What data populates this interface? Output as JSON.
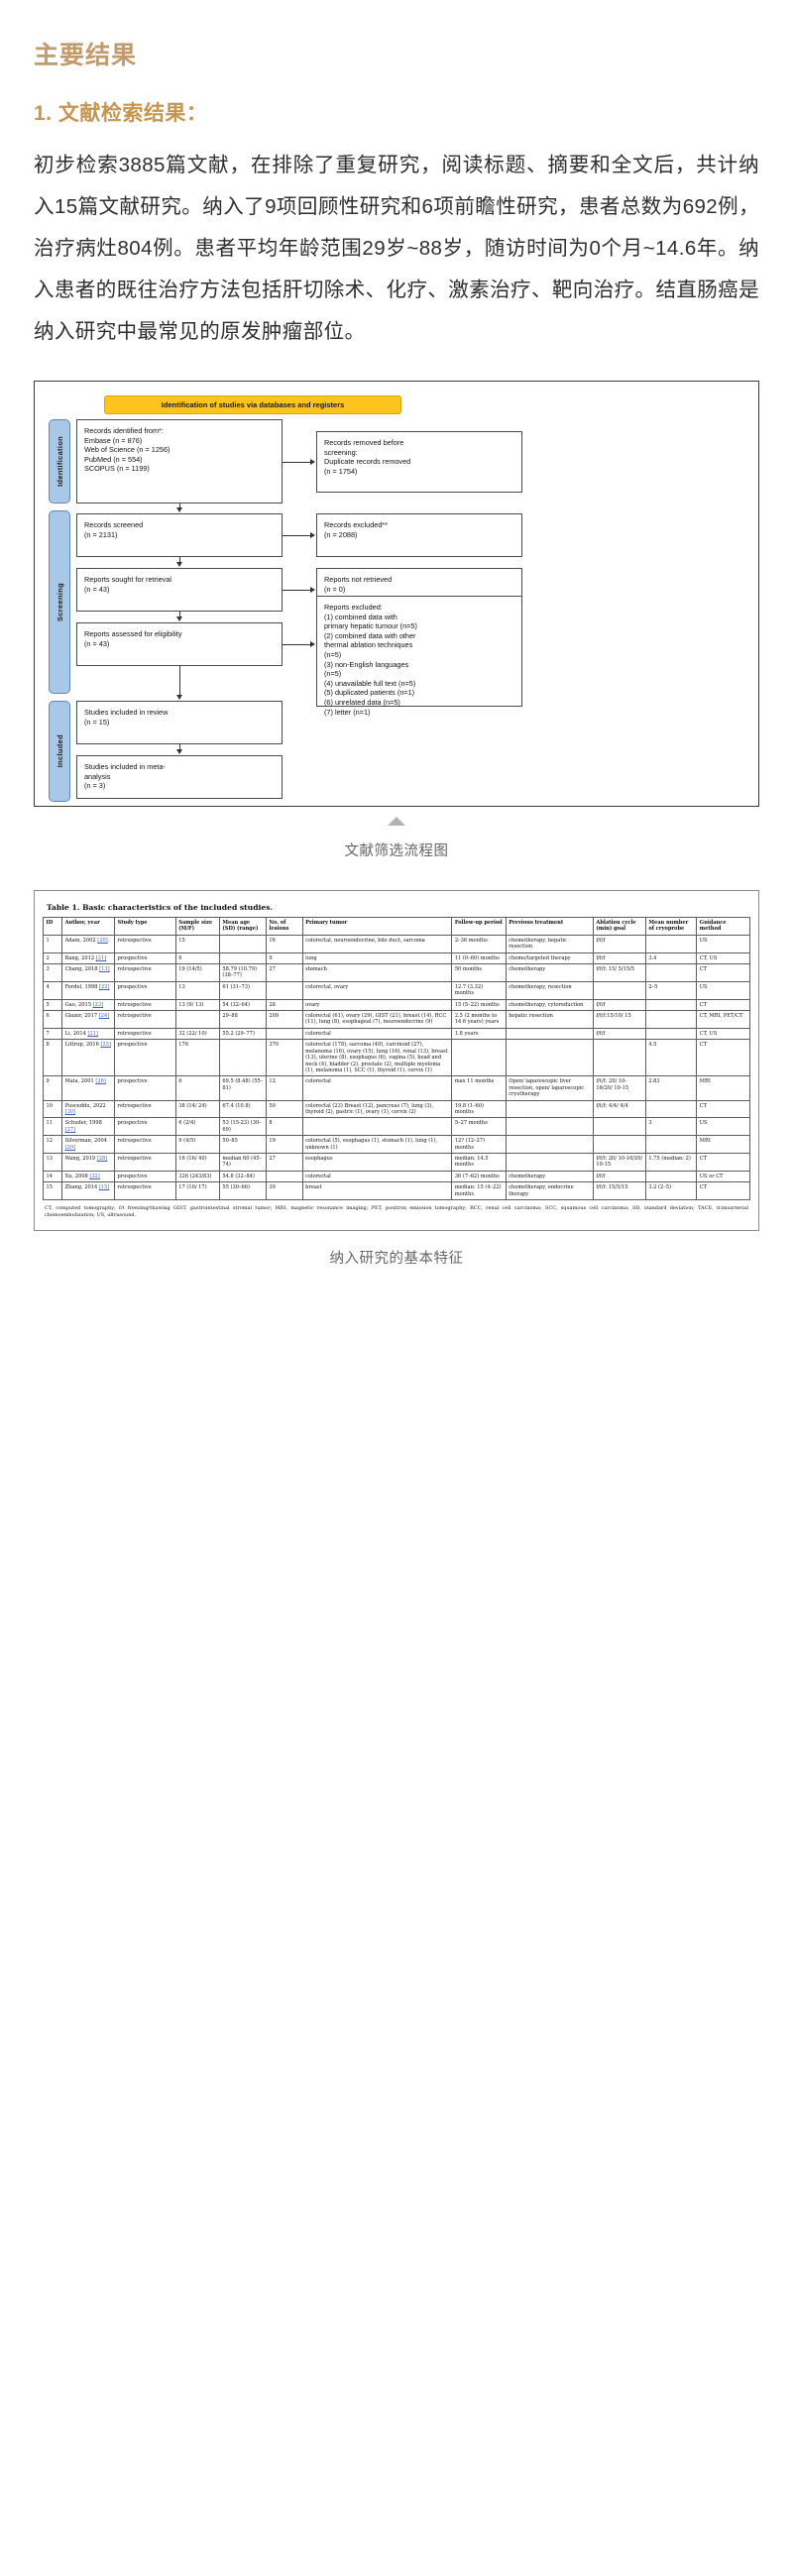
{
  "article": {
    "main_title": "主要结果",
    "sub_title": "1. 文献检索结果：",
    "body": "初步检索3885篇文献，在排除了重复研究，阅读标题、摘要和全文后，共计纳入15篇文献研究。纳入了9项回顾性研究和6项前瞻性研究，患者总数为692例，治疗病灶804例。患者平均年龄范围29岁~88岁，随访时间为0个月~14.6年。纳入患者的既往治疗方法包括肝切除术、化疗、激素治疗、靶向治疗。结直肠癌是纳入研究中最常见的原发肿瘤部位。"
  },
  "prisma": {
    "banner": "Identification of studies via databases and registers",
    "stages": {
      "identification": "Identification",
      "screening": "Screening",
      "included": "Included"
    },
    "boxes": {
      "identified": "Records identified from*:\n    Embase (n = 876)\n    Web of Science (n = 1256)\n    PubMed (n = 554)\n    SCOPUS (n = 1199)",
      "removed": "Records removed before\nscreening:\n   Duplicate records removed\n   (n = 1754)",
      "screened": "Records screened\n(n = 2131)",
      "excluded": "Records excluded**\n(n = 2088)",
      "sought": "Reports sought for retrieval\n(n = 43)",
      "not_retrieved": "Reports not retrieved\n(n = 0)",
      "assessed": "Reports assessed for eligibility\n(n = 43)",
      "reports_excluded": "Reports excluded:\n(1) combined data with\nprimary hepatic tumour (n=5)\n(2) combined data with other\nthermal ablation techniques\n(n=5)\n(3) non-English languages\n(n=5)\n(4) unavailable full text (n=5)\n(5) duplicated patients (n=1)\n(6) unrelated data (n=5)\n(7) letter (n=1)",
      "in_review": "Studies included in review\n(n = 15)",
      "in_meta": "Studies included in meta-\nanalysis\n(n = 3)"
    },
    "caption": "文献筛选流程图"
  },
  "table1": {
    "title": "Table 1.  Basic characteristics of the included studies.",
    "columns": [
      "ID",
      "Author, year",
      "Study type",
      "Sample size (M/F)",
      "Mean age (SD) (range)",
      "No. of lesions",
      "Primary tumor",
      "Follow-up period",
      "Previous treatment",
      "Ablation cycle (min) goal",
      "Mean number of cryoprobe",
      "Guidance method"
    ],
    "rows": [
      {
        "id": "1",
        "author": "Adam, 2002",
        "ref": "[20]",
        "study_type": "retrospective",
        "sample": "15",
        "age": "",
        "lesions": "16",
        "primary": "colorectal, neuroendocrine, bile duct, sarcoma",
        "followup": "2–36 months",
        "previous": "chemotherapy, hepatic resection",
        "cycle": "f/f/f",
        "probes": "",
        "guidance": "US"
      },
      {
        "id": "2",
        "author": "Bang, 2012",
        "ref": "[21]",
        "study_type": "prospective",
        "sample": "6",
        "age": "",
        "lesions": "9",
        "primary": "lung",
        "followup": "11 (0–60) months",
        "previous": "chemo/targeted therapy",
        "cycle": "f/f/f",
        "probes": "3.4",
        "guidance": "CT, US"
      },
      {
        "id": "3",
        "author": "Chang, 2018",
        "ref": "[13]",
        "study_type": "retrospective",
        "sample": "19 (14/5)",
        "age": "58.79 (10.79) (38–77)",
        "lesions": "27",
        "primary": "stomach",
        "followup": "50 months",
        "previous": "chemotherapy",
        "cycle": "f/f/f: 15/ 5/15/5",
        "probes": "",
        "guidance": "CT"
      },
      {
        "id": "4",
        "author": "Ferdel, 1998",
        "ref": "[22]",
        "study_type": "prospective",
        "sample": "13",
        "age": "61 (31–73)",
        "lesions": "",
        "primary": "colorectal, ovary",
        "followup": "12.7 (3.32) months",
        "previous": "chemotherapy, resection",
        "cycle": "",
        "probes": "2–5",
        "guidance": "US"
      },
      {
        "id": "5",
        "author": "Gao, 2015",
        "ref": "[23]",
        "study_type": "retrospective",
        "sample": "13 (9/ 13)",
        "age": "54 (32–64)",
        "lesions": "28",
        "primary": "ovary",
        "followup": "15 (5–22) months",
        "previous": "chemotherapy, cytoreduction",
        "cycle": "f/f/f",
        "probes": "",
        "guidance": "CT"
      },
      {
        "id": "6",
        "author": "Glazer, 2017",
        "ref": "[24]",
        "study_type": "retrospective",
        "sample": "",
        "age": "29–88",
        "lesions": "209",
        "primary": "colorectal (61), ovary (29), GIST (21), breast (14), RCC (11), lung (8), esophageal (7), neuroendocrine (9)",
        "followup": "2.5 (2 months to 14.6 years) years",
        "previous": "hepatic resection",
        "cycle": "f/f/f:15/10/ 15",
        "probes": "",
        "guidance": "CT, MRI, PET/CT"
      },
      {
        "id": "7",
        "author": "Li, 2014",
        "ref": "[31]",
        "study_type": "retrospective",
        "sample": "32 (22/ 10)",
        "age": "55.2 (29–77)",
        "lesions": "",
        "primary": "colorectal",
        "followup": "1.8 years",
        "previous": "",
        "cycle": "f/f/f",
        "probes": "",
        "guidance": "CT, US"
      },
      {
        "id": "8",
        "author": "Littrup, 2016",
        "ref": "[25]",
        "study_type": "prospective",
        "sample": "176",
        "age": "",
        "lesions": "370",
        "primary": "colorectal (178), sarcoma (49), carcinoid (27), melanoma (16), ovary (15), lung (16), renal (13), breast (13), uterine (8), esophagus (6), vagina (5), head and neck (4), bladder (2), prostate (2), multiple myeloma (1), melanoma (1), SCC (1), thyroid (1), cervix (1)",
        "followup": "",
        "previous": "",
        "cycle": "",
        "probes": "4.5",
        "guidance": "CT"
      },
      {
        "id": "9",
        "author": "Mala, 2001",
        "ref": "[26]",
        "study_type": "prospective",
        "sample": "6",
        "age": "69.5 (8.48) (55–81)",
        "lesions": "12",
        "primary": "colorectal",
        "followup": "max 11 months",
        "previous": "Open/ laparoscopic liver resection, open/ laparoscopic cryotherapy",
        "cycle": "f/t/f: 20/ 10-16/20/ 10-15",
        "probes": "2.83",
        "guidance": "MRI"
      },
      {
        "id": "10",
        "author": "Pusceddu, 2022",
        "ref": "[30]",
        "study_type": "retrospective",
        "sample": "38 (14/ 24)",
        "age": "67.4 (10.8)",
        "lesions": "50",
        "primary": "colorectal (23) Breast (12), pancreas (7), lung (3), thyroid (2), gastric (1), ovary (1), cervix (2)",
        "followup": "19.8 (1–60) months",
        "previous": "",
        "cycle": "f/t/f: 4/4/ 4/4",
        "probes": "",
        "guidance": "CT"
      },
      {
        "id": "11",
        "author": "Schuder, 1998",
        "ref": "[27]",
        "study_type": "prospective",
        "sample": "6 (2/4)",
        "age": "53 (15-23) (30–69)",
        "lesions": "8",
        "primary": "",
        "followup": "5–27 months",
        "previous": "",
        "cycle": "",
        "probes": "3",
        "guidance": "US"
      },
      {
        "id": "12",
        "author": "Silverman, 2004",
        "ref": "[29]",
        "study_type": "retrospective",
        "sample": "9 (4/5)",
        "age": "50–85",
        "lesions": "19",
        "primary": "colorectal (5), esophagus (1), stomach (1), lung (1), unknown (1)",
        "followup": "12? (12–27) months",
        "previous": "",
        "cycle": "",
        "probes": "",
        "guidance": "MRI"
      },
      {
        "id": "13",
        "author": "Wang, 2019",
        "ref": "[28]",
        "study_type": "retrospective",
        "sample": "16 (16/ 40)",
        "age": "median 60 (45–74)",
        "lesions": "27",
        "primary": "esophagus",
        "followup": "median: 14.5 months",
        "previous": "",
        "cycle": "f/f/f: 20/ 10-16/20/ 10-15",
        "probes": "1.75 (median: 2)",
        "guidance": "CT"
      },
      {
        "id": "14",
        "author": "Xu, 2008",
        "ref": "[32]",
        "study_type": "prospective",
        "sample": "326 (243/83)",
        "age": "54.8 (32–84)",
        "lesions": "",
        "primary": "colorectal",
        "followup": "36 (7–62) months",
        "previous": "chemotherapy",
        "cycle": "f/f/f",
        "probes": "",
        "guidance": "US or CT"
      },
      {
        "id": "15",
        "author": "Zhang, 2014",
        "ref": "[15]",
        "study_type": "retrospective",
        "sample": "17 (10/ 17)",
        "age": "55 (30–66)",
        "lesions": "39",
        "primary": "breast",
        "followup": "median: 15 (4–22) months",
        "previous": "chemotherapy, endocrine therapy",
        "cycle": "f/f/f: 15/5/15",
        "probes": "3.2 (2–5)",
        "guidance": "CT"
      }
    ],
    "footnote": "CT, computed tomography; f/t freezing/thawing GIST, gastrointestinal stromal tumor; MRI, magnetic resonance imaging; PET, positron emission tomography; RCC, renal cell carcinoma; SCC, squamous cell carcinoma; SD, standard deviation; TACE, transarterial chemoembolization; US, ultrasound.",
    "caption": "纳入研究的基本特征"
  },
  "colors": {
    "title_gold": "#c39a6b",
    "subtitle_gold": "#c6954f",
    "banner_yellow": "#fcc41c",
    "stage_blue": "#a9c8e8",
    "link_blue": "#3b63b8"
  }
}
